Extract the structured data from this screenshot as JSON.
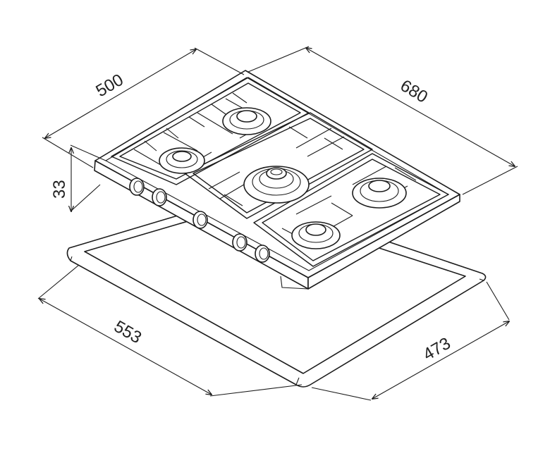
{
  "dimensions": {
    "width": "500",
    "length": "680",
    "height": "33",
    "cutout_length": "553",
    "cutout_width": "473"
  },
  "burners": [
    "small",
    "medium",
    "wok",
    "large",
    "medium"
  ],
  "knob_count": 5
}
